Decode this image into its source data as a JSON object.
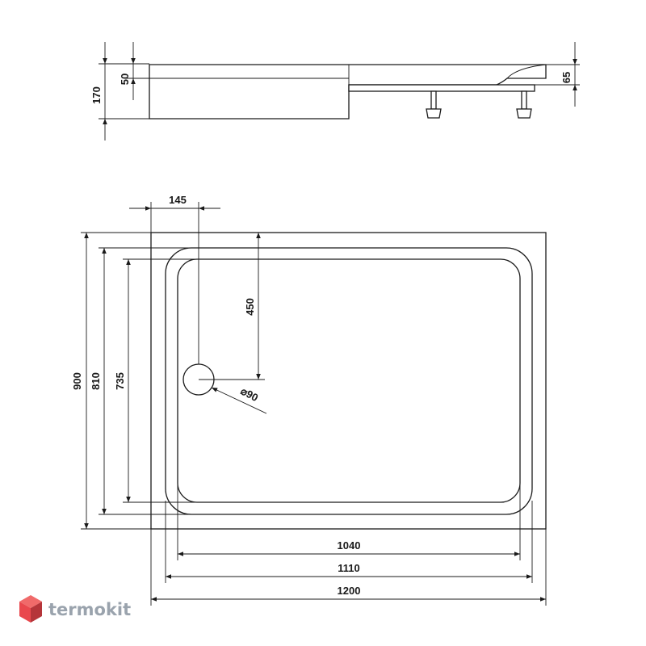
{
  "side_view": {
    "dims": {
      "height_total": "170",
      "height_rim": "50",
      "height_feet": "65"
    }
  },
  "top_view": {
    "dims": {
      "width_outer": "1200",
      "width_mid": "1110",
      "width_inner": "1040",
      "height_outer": "900",
      "height_mid": "810",
      "height_inner": "735",
      "drain_offset_x": "145",
      "drain_offset_y": "450",
      "drain_diameter": "90",
      "diameter_symbol": "⌀"
    }
  },
  "logo": {
    "text": "termokit",
    "colors": {
      "top": "#f06a6a",
      "left": "#e9484d",
      "right": "#b5353a"
    }
  }
}
